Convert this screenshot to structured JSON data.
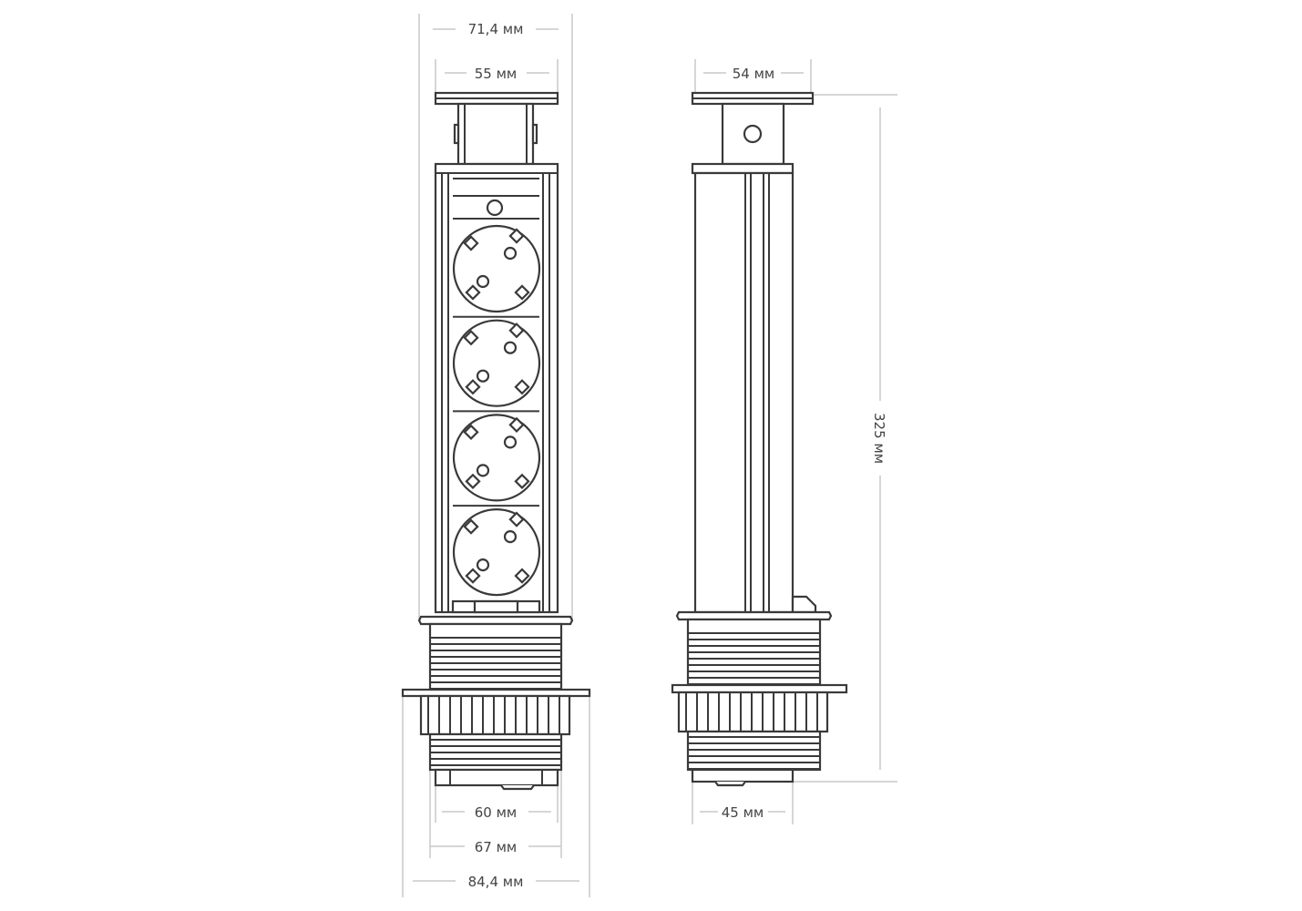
{
  "front_view": {
    "dim_top_outer": "71,4 мм",
    "dim_top_inner": "55 мм",
    "dim_bottom_60": "60 мм",
    "dim_bottom_67": "67 мм",
    "dim_bottom_84": "84,4 мм",
    "socket_count": 4
  },
  "side_view": {
    "dim_top": "54 мм",
    "dim_bottom": "45 мм",
    "dim_height": "325 мм"
  },
  "colors": {
    "line": "#3a3a3a",
    "dimension": "#c8c8c8"
  }
}
